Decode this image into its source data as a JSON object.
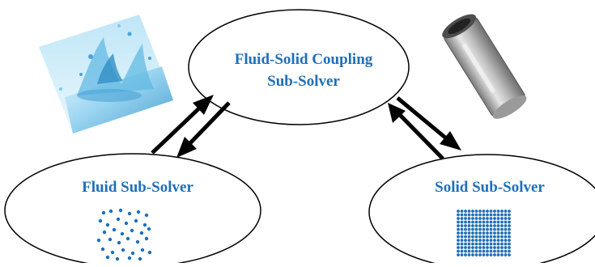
{
  "nodes": {
    "coupling": {
      "line1": "Fluid-Solid Coupling",
      "line2": "Sub-Solver"
    },
    "fluid": {
      "label": "Fluid Sub-Solver"
    },
    "solid": {
      "label": "Solid Sub-Solver"
    }
  },
  "colors": {
    "label": "#1f6fb8",
    "particle": "#1f6fb8",
    "ellipse_stroke": "#000000",
    "arrow": "#000000",
    "water": "#4aa3d6",
    "metal": "#a9a9a9"
  },
  "icons": {
    "water_splash": "water-splash-image",
    "metal_tube": "metal-tube-image",
    "scattered_particles": "scattered-particles-icon",
    "grid_particles": "grid-particles-icon"
  }
}
